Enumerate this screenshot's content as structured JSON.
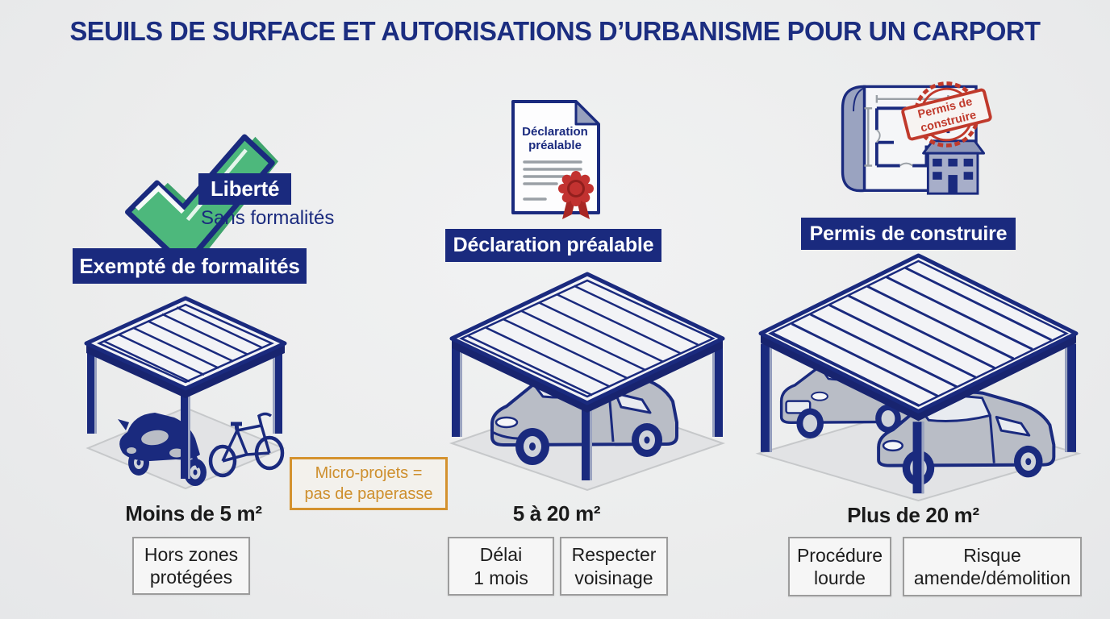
{
  "title": "SEUILS DE SURFACE ET AUTORISATIONS D’URBANISME POUR UN CARPORT",
  "colors": {
    "navy": "#1a2a7e",
    "navy_dark": "#18246f",
    "green": "#4db87c",
    "green_shadow": "#3ea36c",
    "seal_red": "#c23230",
    "stamp_red": "#c0392b",
    "callout_orange": "#d4922e",
    "background": "#edeeef",
    "vehicle_gray": "#b9bdc6",
    "ground_gray": "#e2e3e5",
    "note_border_gray": "#9c9c9c"
  },
  "left_column": {
    "check_badge": "Liberté",
    "check_caption": "Sans formalités",
    "header": "Exempté de formalités",
    "threshold": "Moins de 5 m²",
    "note_zones": "Hors zones\nprotégées"
  },
  "middle_column": {
    "doc_line1": "Déclaration",
    "doc_line2": "préalable",
    "header": "Déclaration préalable",
    "threshold": "5 à 20 m²",
    "note_delay": "Délai\n1 mois",
    "note_neighbors": "Respecter\nvoisinage"
  },
  "right_column": {
    "stamp_line1": "Permis de",
    "stamp_line2": "construire",
    "header": "Permis de construire",
    "threshold": "Plus de 20 m²",
    "note_procedure": "Procédure\nlourde",
    "note_risk": "Risque\namende/démolition"
  },
  "callout": {
    "text": "Micro-projets =\npas de paperasse"
  }
}
